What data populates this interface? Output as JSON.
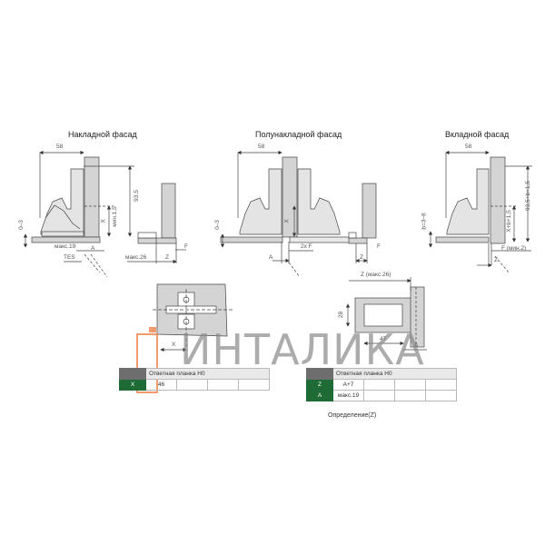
{
  "sections": [
    {
      "title": "Накладной фасад"
    },
    {
      "title": "Полунакладной фасад"
    },
    {
      "title": "Вкладной фасад"
    }
  ],
  "dimensions": {
    "overlay": {
      "width": "58",
      "height": "93.5",
      "x_label": "X",
      "min_label": "мин.1,5",
      "gap": "0–3",
      "max_a": "макс.19",
      "a": "A",
      "tes": "TES",
      "max_z": "макс.26",
      "z": "Z",
      "f": "F"
    },
    "half_overlay": {
      "width": "58",
      "x_label": "X",
      "gap": "0–3",
      "a": "A",
      "twice_f": "2x F",
      "z": "Z",
      "f": "F"
    },
    "inset": {
      "width": "58",
      "height": "93,5+b+1,5",
      "x_label": "X+b+1,5",
      "gap": "b=3–8",
      "f_min": "F (мин.2)",
      "z": "Z"
    }
  },
  "plate_top_view": {
    "x_label": "X"
  },
  "plate_side_view": {
    "z_max": "Z (макс.26)",
    "height": "28",
    "length": "47",
    "a": "A"
  },
  "table_left": {
    "header": "Ответная планка H0",
    "rows": [
      {
        "key": "X",
        "values": [
          "46",
          "",
          "",
          ""
        ]
      }
    ]
  },
  "table_right": {
    "header": "Ответная планка H0",
    "rows": [
      {
        "key": "Z",
        "values": [
          "A+7",
          "",
          "",
          ""
        ]
      },
      {
        "key": "A",
        "values": [
          "макс.19",
          "",
          "",
          ""
        ]
      }
    ],
    "note": "Определение(Z)"
  },
  "watermark": {
    "text": "интаλика",
    "display": "ИНТАЛИКА",
    "accent_color": "#f07a3c",
    "text_color": "#8a8a8a"
  },
  "colors": {
    "panel": "#d4d4d4",
    "line": "#444444",
    "table_key_bg": "#1e6b35",
    "table_header_dark": "#6e6e6e",
    "table_header": "#e9e9e9"
  }
}
